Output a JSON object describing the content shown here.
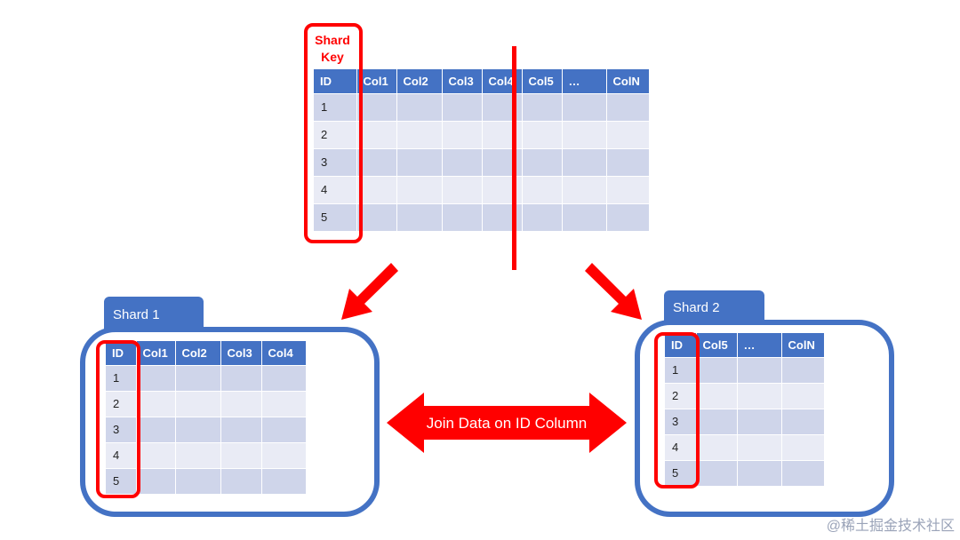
{
  "source": {
    "shard_key_label": "Shard\nKey",
    "headers": [
      "ID",
      "Col1",
      "Col2",
      "Col3",
      "Col4",
      "Col5",
      "…",
      "ColN"
    ],
    "ids": [
      "1",
      "2",
      "3",
      "4",
      "5"
    ]
  },
  "shard1": {
    "title": "Shard 1",
    "headers": [
      "ID",
      "Col1",
      "Col2",
      "Col3",
      "Col4"
    ],
    "ids": [
      "1",
      "2",
      "3",
      "4",
      "5"
    ]
  },
  "shard2": {
    "title": "Shard 2",
    "headers": [
      "ID",
      "Col5",
      "…",
      "ColN"
    ],
    "ids": [
      "1",
      "2",
      "3",
      "4",
      "5"
    ]
  },
  "join_label": "Join Data on ID Column",
  "watermark": "@稀土掘金技术社区",
  "colors": {
    "table_header": "#4472c4",
    "highlight": "#ff0000",
    "row_odd": "#cfd5ea",
    "row_even": "#e9ebf5"
  }
}
